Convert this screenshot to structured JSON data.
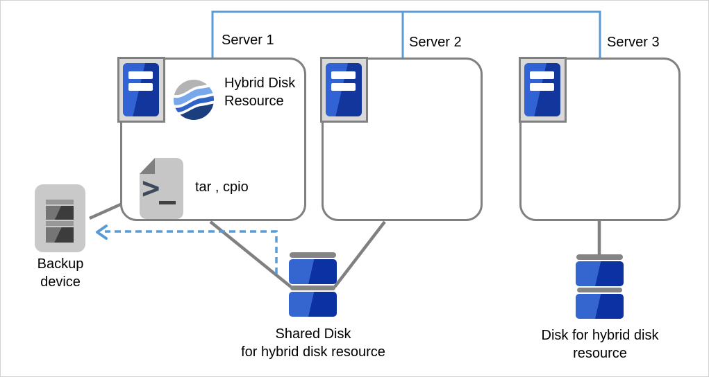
{
  "servers": [
    {
      "label": "Server 1"
    },
    {
      "label": "Server 2"
    },
    {
      "label": "Server 3"
    }
  ],
  "resource": {
    "label": "Hybrid Disk Resource"
  },
  "backup_tools": {
    "label": "tar , cpio"
  },
  "backup_device": {
    "label": "Backup device"
  },
  "shared_disk": {
    "label_line1": "Shared Disk",
    "label_line2": "for hybrid disk resource"
  },
  "hybrid_disk": {
    "label": "Disk for hybrid disk resource"
  },
  "icons": {
    "server": "server-tower-icon",
    "hybrid_disk_resource": "wave-globe-icon",
    "backup_tools": "shell-script-file-icon",
    "backup_device": "tape-drive-icon",
    "disk": "disk-stack-icon"
  },
  "colors": {
    "interconnect_blue": "#5B9BD5",
    "dashed_arrow_blue": "#5B9BD5",
    "connector_gray": "#808080",
    "box_border_gray": "#808080",
    "server_blue_light": "#3163D4",
    "server_blue_dark": "#12369B",
    "disk_blue_light": "#3565CF",
    "disk_blue_dark": "#0C31A3"
  }
}
